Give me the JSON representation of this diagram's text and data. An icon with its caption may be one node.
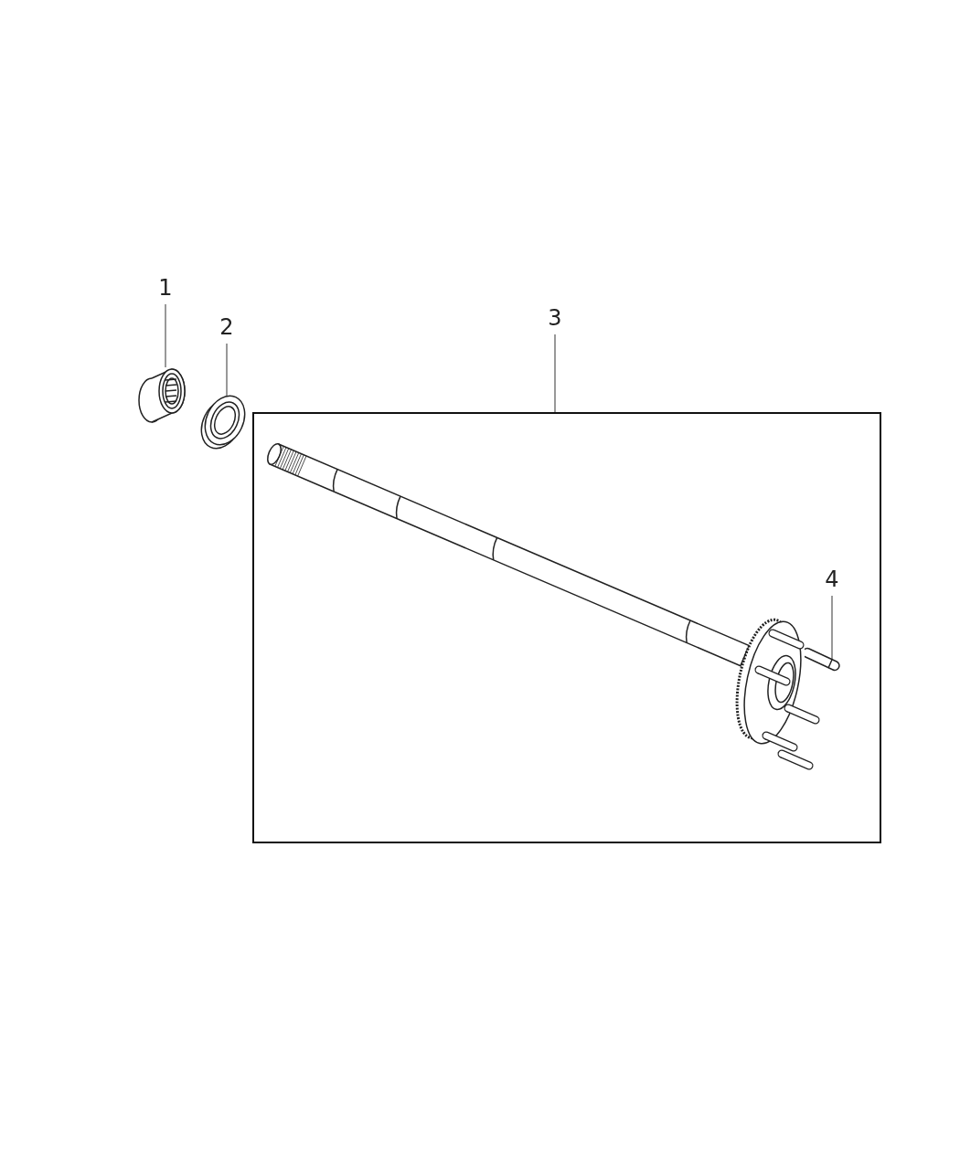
{
  "diagram": {
    "nodes": [
      {
        "text": [
          "1"
        ]
      },
      {
        "text": [],
        "shape": "picture"
      },
      {
        "text": [
          "2"
        ]
      },
      {
        "text": [],
        "shape": "picture"
      },
      {
        "text": [
          "3"
        ]
      },
      {
        "text": [],
        "shape": "box"
      },
      {
        "text": [],
        "shape": "picture",
        "in": 5
      },
      {
        "text": [
          "4"
        ],
        "in": 5
      },
      {
        "text": [],
        "shape": "picture",
        "in": 5
      }
    ],
    "edges": [
      {
        "from": 0,
        "to": 1,
        "arrow": "none"
      },
      {
        "from": 2,
        "to": 3,
        "arrow": "none"
      },
      {
        "from": 4,
        "to": 5,
        "arrow": "none"
      },
      {
        "from": 7,
        "to": 8,
        "arrow": "none"
      }
    ]
  }
}
